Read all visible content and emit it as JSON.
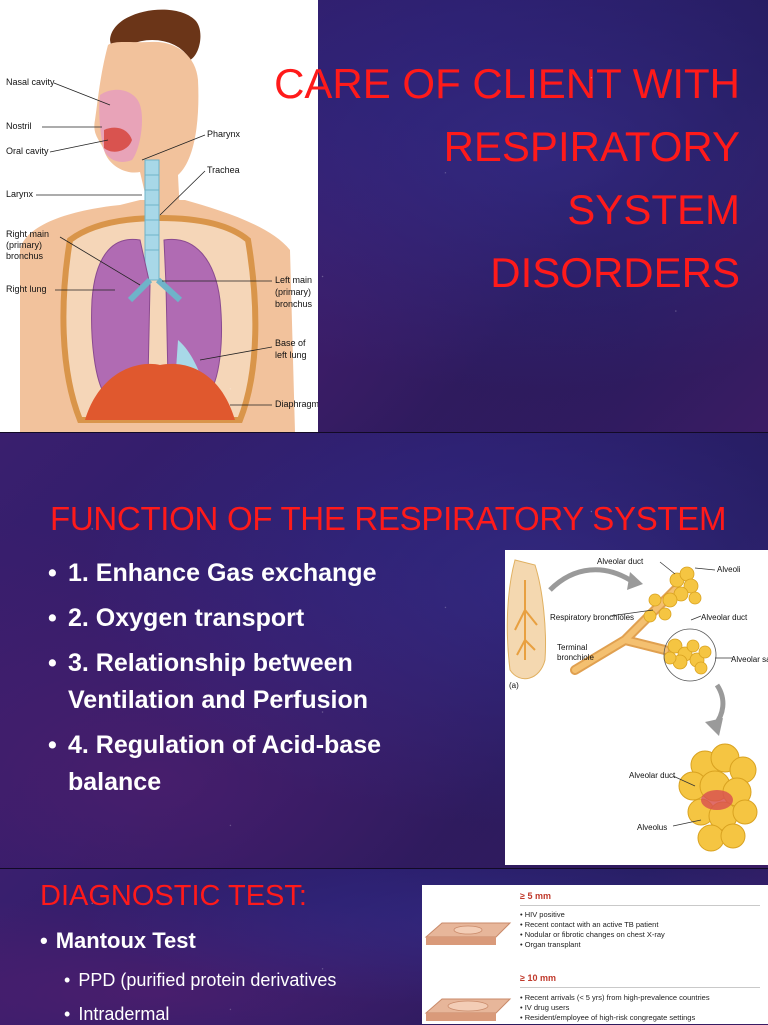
{
  "slide1": {
    "title_lines": [
      "Care of client with",
      "respiratory system",
      "disorders"
    ],
    "figure_labels": {
      "nasal_cavity": "Nasal cavity",
      "nostril": "Nostril",
      "oral_cavity": "Oral cavity",
      "larynx": "Larynx",
      "right_main_bronchus_1": "Right main",
      "right_main_bronchus_2": "(primary)",
      "right_main_bronchus_3": "bronchus",
      "right_lung": "Right lung",
      "pharynx": "Pharynx",
      "trachea": "Trachea",
      "left_main_bronchus_1": "Left main",
      "left_main_bronchus_2": "(primary)",
      "left_main_bronchus_3": "bronchus",
      "base_left_lung_1": "Base of",
      "base_left_lung_2": "left lung",
      "diaphragm": "Diaphragm"
    }
  },
  "slide2": {
    "title": "FUNCTION OF THE RESPIRATORY SYSTEM",
    "bullets": [
      "1. Enhance Gas exchange",
      "2. Oxygen transport",
      "3. Relationship between Ventilation and Perfusion",
      "4. Regulation of Acid-base balance"
    ],
    "figure_labels": {
      "alveolar_duct": "Alveolar duct",
      "alveoli": "Alveoli",
      "respiratory_bronchioles": "Respiratory bronchioles",
      "alveolar_duct_2": "Alveolar duct",
      "terminal_bronchiole_1": "Terminal",
      "terminal_bronchiole_2": "bronchiole",
      "alveolar_sac": "Alveolar sac",
      "panel_a": "(a)",
      "alveolar_duct_3": "Alveolar duct",
      "alveolus": "Alveolus"
    }
  },
  "slide3": {
    "title": "Diagnostic test:",
    "main_bullet": "Mantoux Test",
    "sub_bullets": [
      "PPD (purified protein derivatives",
      "Intradermal"
    ],
    "figure": {
      "group1_head": "≥ 5 mm",
      "group1_items": [
        "HIV positive",
        "Recent contact with an active TB patient",
        "Nodular or fibrotic changes on chest X-ray",
        "Organ transplant"
      ],
      "group2_head": "≥ 10 mm",
      "group2_items": [
        "Recent arrivals (< 5 yrs) from high-prevalence countries",
        "IV drug users",
        "Resident/employee of high-risk congregate settings"
      ]
    }
  },
  "colors": {
    "title_red": "#ff1a1a",
    "background_purple": "#2a1d6a",
    "body_text": "#ffffff"
  }
}
